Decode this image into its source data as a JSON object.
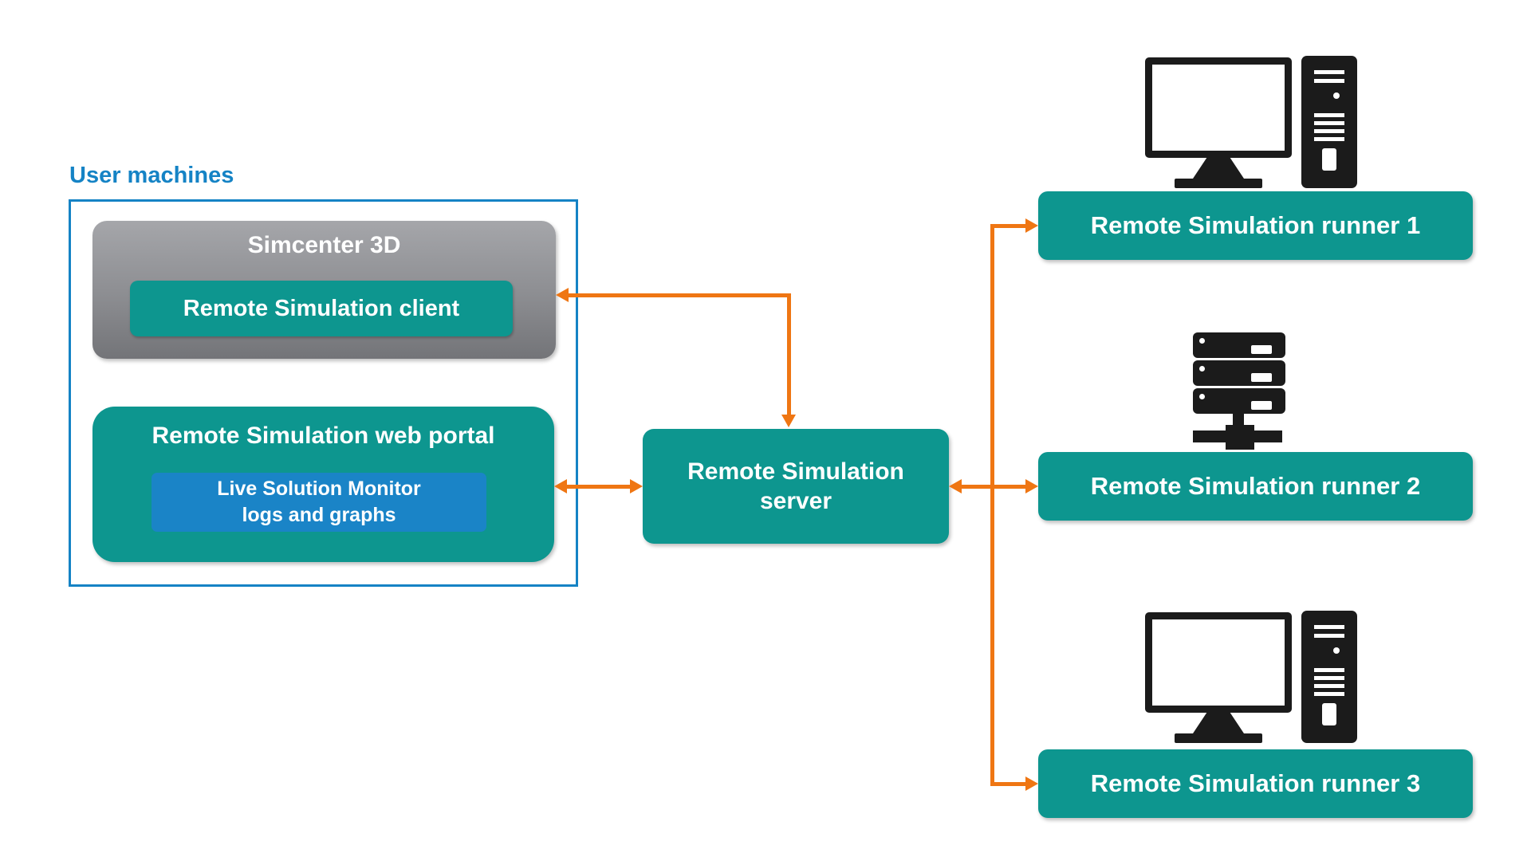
{
  "user_machines": {
    "label": "User machines",
    "simcenter_title": "Simcenter 3D",
    "client_label": "Remote Simulation client",
    "portal_title": "Remote Simulation web portal",
    "monitor_line1": "Live Solution Monitor",
    "monitor_line2": "logs and graphs"
  },
  "server": {
    "line1": "Remote Simulation",
    "line2": "server"
  },
  "runners": [
    {
      "label": "Remote Simulation runner 1",
      "icon": "desktop-computer-icon"
    },
    {
      "label": "Remote Simulation runner 2",
      "icon": "server-stack-icon"
    },
    {
      "label": "Remote Simulation runner 3",
      "icon": "desktop-computer-icon"
    }
  ],
  "colors": {
    "teal": "#0D968F",
    "blue_label_and_border": "#1583C5",
    "inner_blue": "#1A84C7",
    "orange_connector": "#EF7613",
    "gray_top": "#A5A6AA",
    "gray_bottom": "#737478",
    "icon_black": "#1B1B1B",
    "text_white": "#FFFFFF"
  }
}
